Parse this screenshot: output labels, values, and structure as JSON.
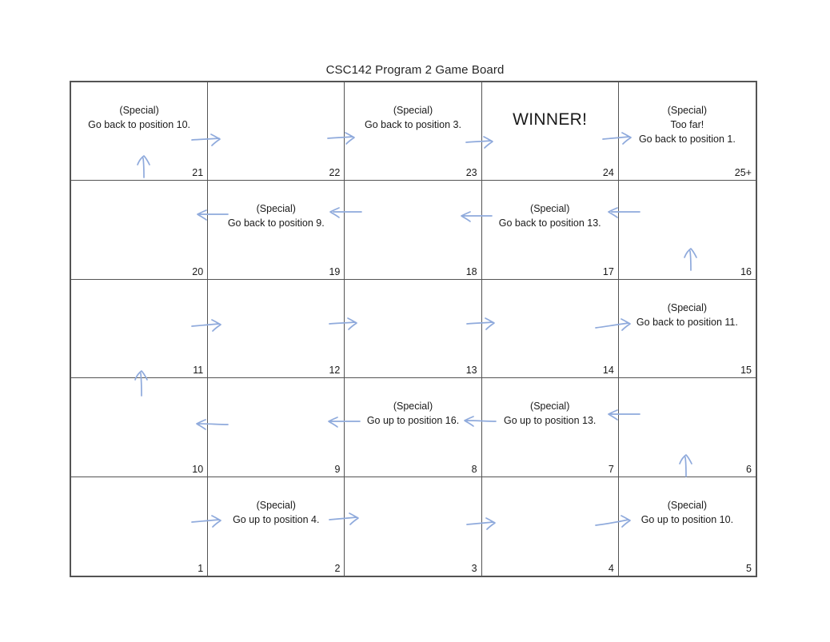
{
  "board": {
    "title": "CSC142 Program 2 Game Board",
    "columns": 5,
    "rows": 5,
    "accent_line_color": "#545454",
    "arrow_color": "#8faadc",
    "background_color": "#ffffff",
    "special_prefix": "(Special)",
    "cells": [
      {
        "number": "21",
        "text": "(Special)\nGo back to position 10."
      },
      {
        "number": "22",
        "text": ""
      },
      {
        "number": "23",
        "text": "(Special)\nGo back to position 3."
      },
      {
        "number": "24",
        "text": "WINNER!"
      },
      {
        "number": "25+",
        "text": "(Special)\nToo far!\nGo back to position 1."
      },
      {
        "number": "20",
        "text": ""
      },
      {
        "number": "19",
        "text": "(Special)\nGo back to position 9."
      },
      {
        "number": "18",
        "text": ""
      },
      {
        "number": "17",
        "text": "(Special)\nGo back to position 13."
      },
      {
        "number": "16",
        "text": ""
      },
      {
        "number": "11",
        "text": ""
      },
      {
        "number": "12",
        "text": ""
      },
      {
        "number": "13",
        "text": ""
      },
      {
        "number": "14",
        "text": ""
      },
      {
        "number": "15",
        "text": "(Special)\nGo back to position 11."
      },
      {
        "number": "10",
        "text": ""
      },
      {
        "number": "9",
        "text": ""
      },
      {
        "number": "8",
        "text": "(Special)\nGo up to position 16."
      },
      {
        "number": "7",
        "text": "(Special)\nGo up to position 13."
      },
      {
        "number": "6",
        "text": ""
      },
      {
        "number": "1",
        "text": ""
      },
      {
        "number": "2",
        "text": "(Special)\nGo up to position 4."
      },
      {
        "number": "3",
        "text": ""
      },
      {
        "number": "4",
        "text": ""
      },
      {
        "number": "5",
        "text": "(Special)\nGo up to position 10."
      }
    ]
  }
}
